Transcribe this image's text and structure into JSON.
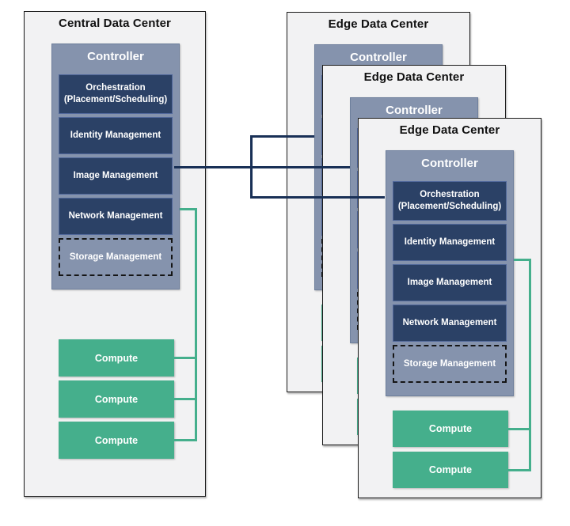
{
  "central_data_center": {
    "title": "Central Data Center",
    "controller": {
      "label": "Controller",
      "modules": [
        {
          "label": "Orchestration\n(Placement/Scheduling)",
          "border": "solid"
        },
        {
          "label": "Identity Management",
          "border": "solid"
        },
        {
          "label": "Image Management",
          "border": "solid"
        },
        {
          "label": "Network Management",
          "border": "solid"
        },
        {
          "label": "Storage Management",
          "border": "dashed"
        }
      ]
    },
    "compute_nodes": [
      {
        "label": "Compute"
      },
      {
        "label": "Compute"
      },
      {
        "label": "Compute"
      }
    ]
  },
  "edge_data_center": {
    "title": "Edge Data Center",
    "instance_count": 3,
    "controller": {
      "label": "Controller",
      "modules": [
        {
          "label": "Orchestration\n(Placement/Scheduling)",
          "border": "solid"
        },
        {
          "label": "Identity Management",
          "border": "solid"
        },
        {
          "label": "Image Management",
          "border": "solid"
        },
        {
          "label": "Network Management",
          "border": "solid"
        },
        {
          "label": "Storage Management",
          "border": "dashed"
        }
      ]
    },
    "compute_nodes": [
      {
        "label": "Compute"
      },
      {
        "label": "Compute"
      }
    ]
  },
  "connections": {
    "central_to_edge_link_color": "#193056",
    "controller_to_compute_link_color": "#45af8c"
  },
  "colors": {
    "canvas_background": "#ffffff",
    "datacenter_background": "#f2f2f3",
    "datacenter_border": "#1b1b1b",
    "controller_fill": "#8593ad",
    "module_fill": "#2b4166",
    "compute_fill": "#45af8c",
    "management_link": "#193056",
    "compute_link": "#45af8c",
    "title_text": "#111111",
    "box_text": "#ffffff"
  }
}
